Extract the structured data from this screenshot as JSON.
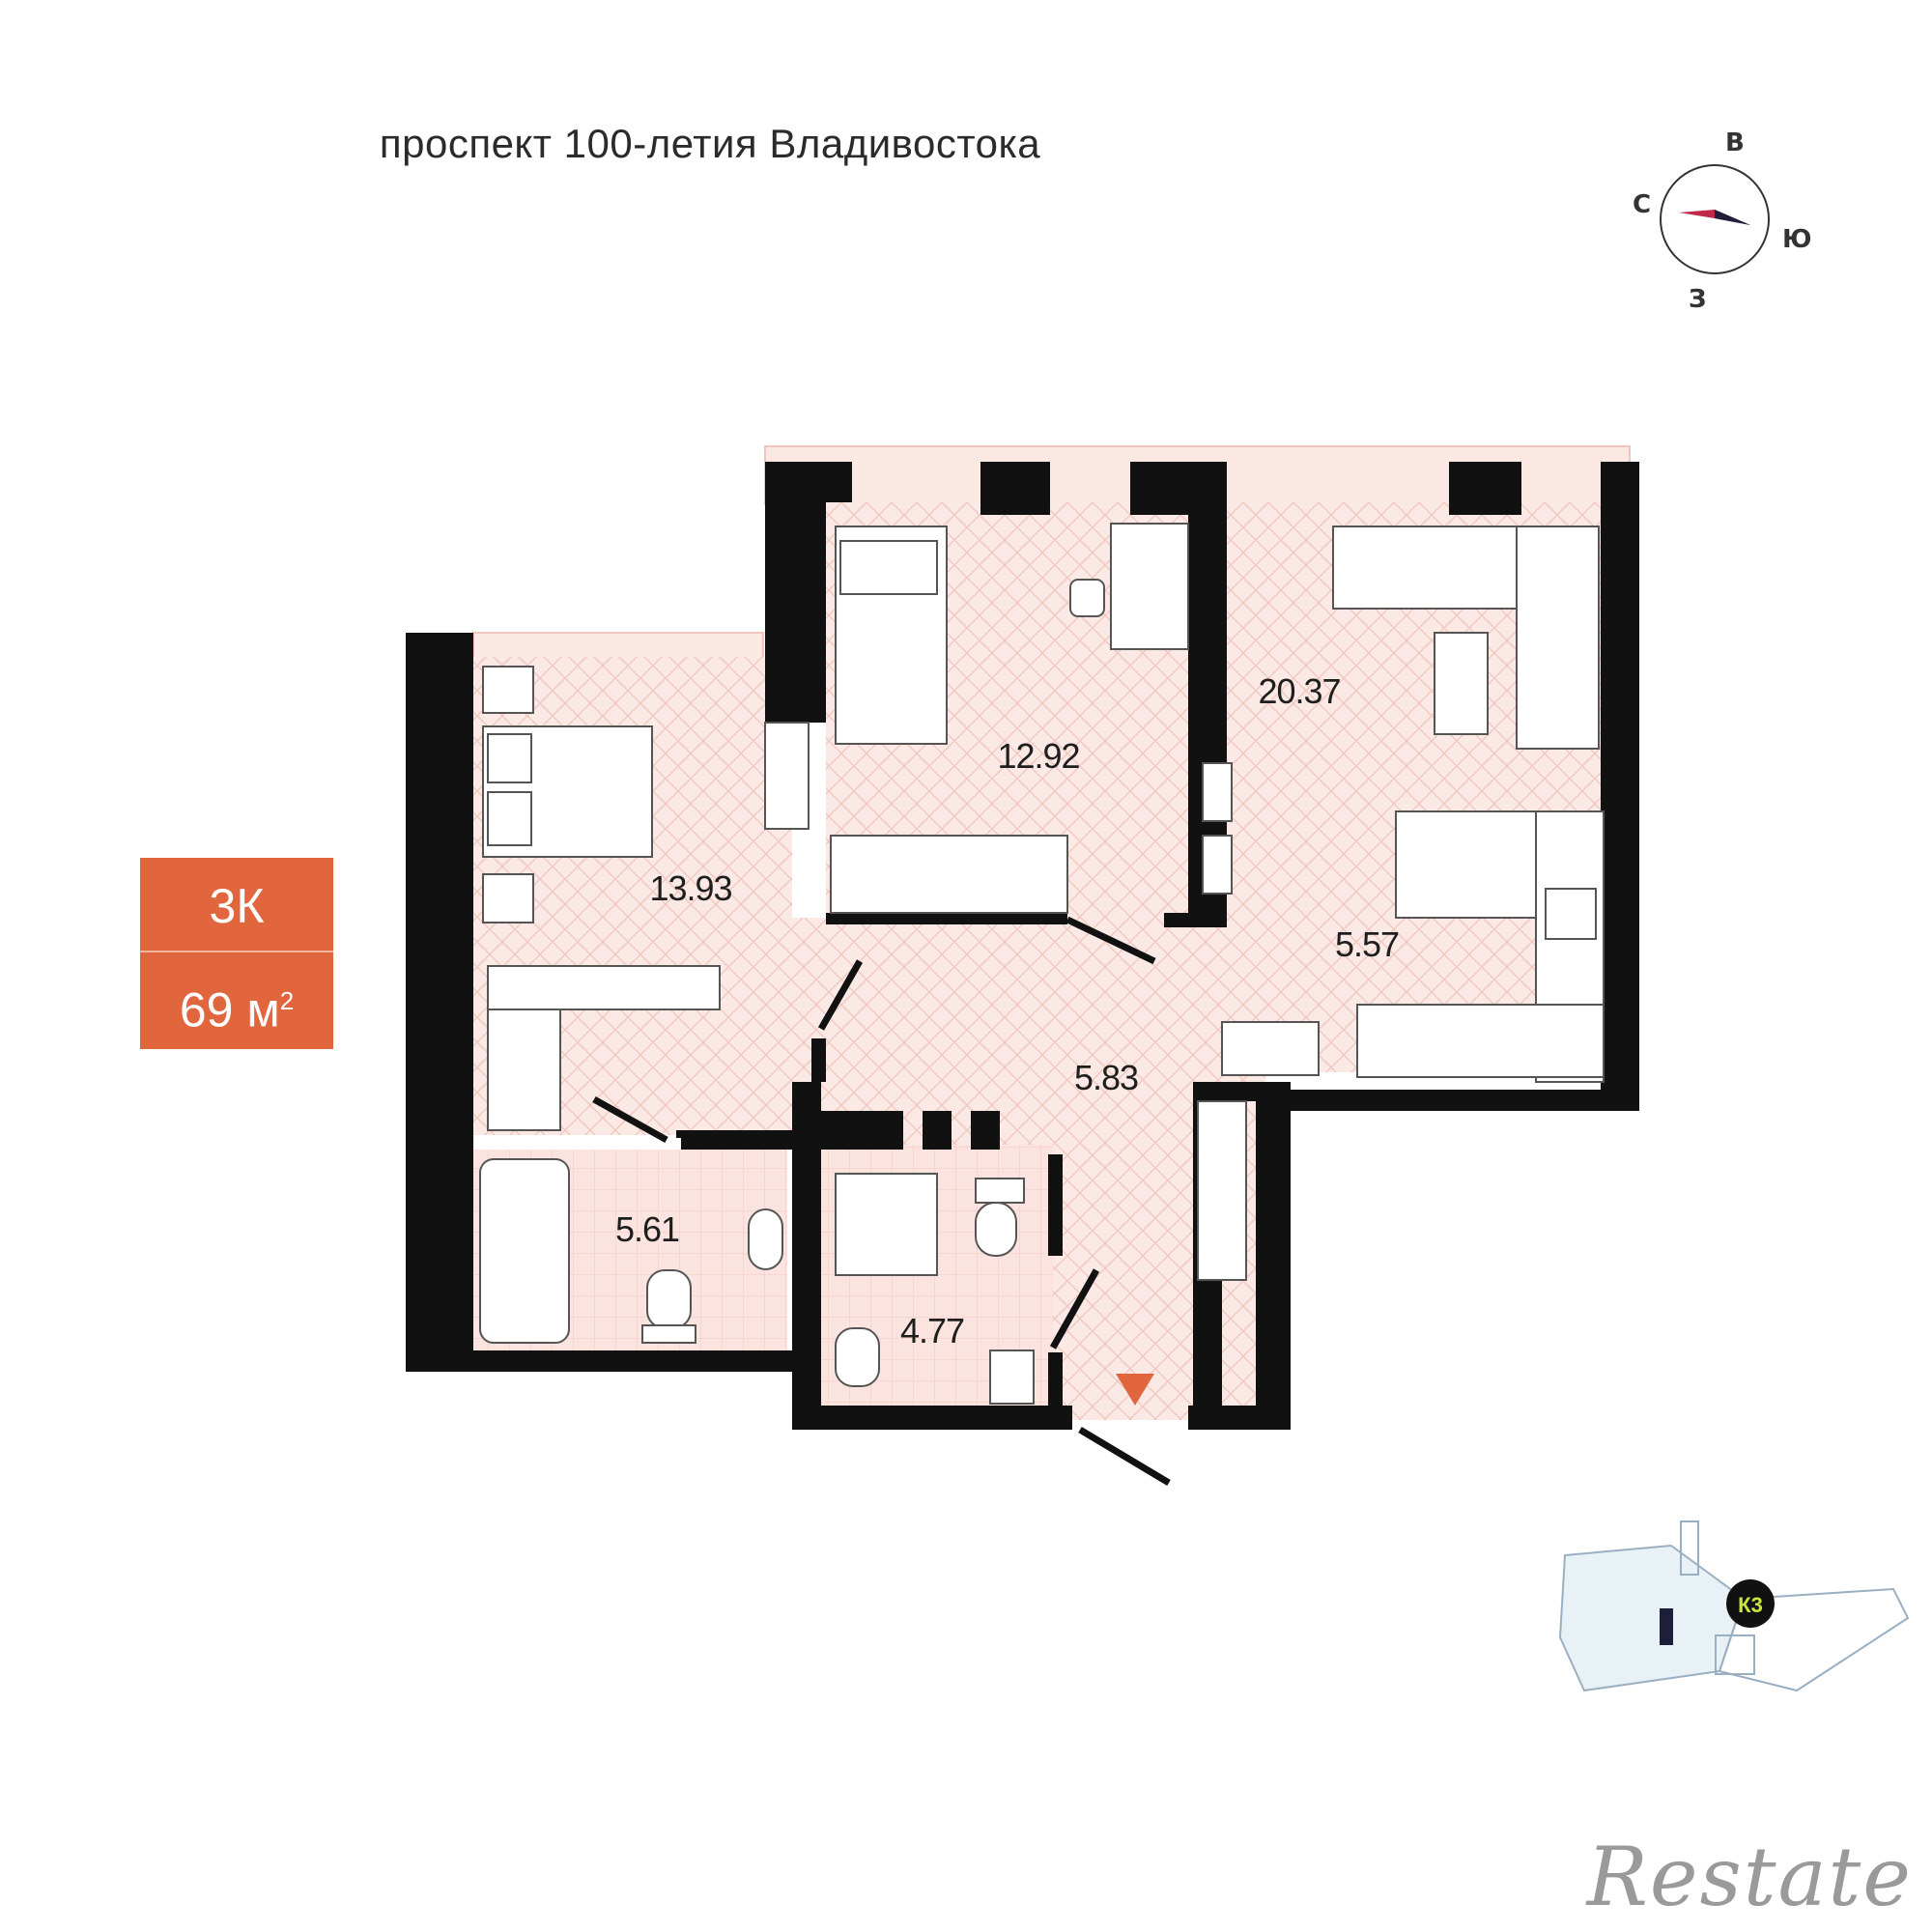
{
  "street": "проспект 100-летия Владивостока",
  "compass": {
    "north": "С",
    "east": "В",
    "south": "Ю",
    "west": "З"
  },
  "badge": {
    "rooms": "3К",
    "area": "69 м",
    "area_sup": "2"
  },
  "rooms": {
    "bedroom_left": "13.93",
    "bedroom_mid": "12.92",
    "living": "20.37",
    "kitchen": "5.57",
    "hall": "5.83",
    "bath_left": "5.61",
    "bath_mid": "4.77"
  },
  "sitemap": {
    "building_label": "К3"
  },
  "watermark": "Restate",
  "colors": {
    "badge": "#e2663d",
    "wall": "#111111",
    "floor": "#fbe9e5",
    "accent": "#e2663d",
    "sitemap_label": "#c8e63c"
  }
}
